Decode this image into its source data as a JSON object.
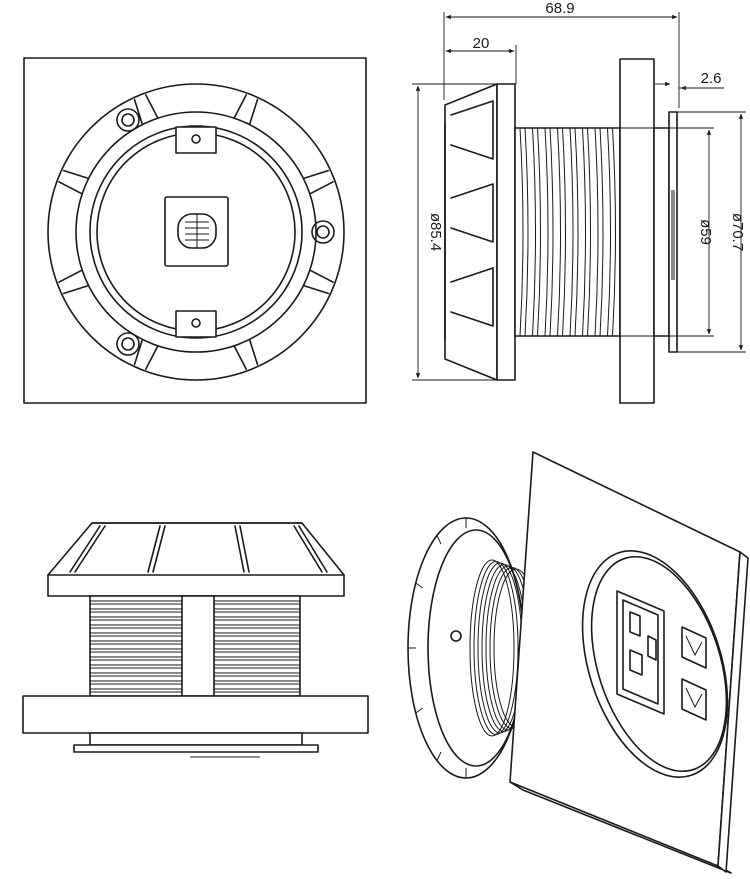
{
  "dimensions": {
    "overall_depth": "68.9",
    "flange_depth": "20",
    "face_plate_thickness": "2.6",
    "flange_diameter": "ø85.4",
    "body_diameter": "ø59",
    "face_diameter": "ø70.7"
  },
  "colors": {
    "line": "#1a1a1a",
    "background": "#ffffff"
  }
}
